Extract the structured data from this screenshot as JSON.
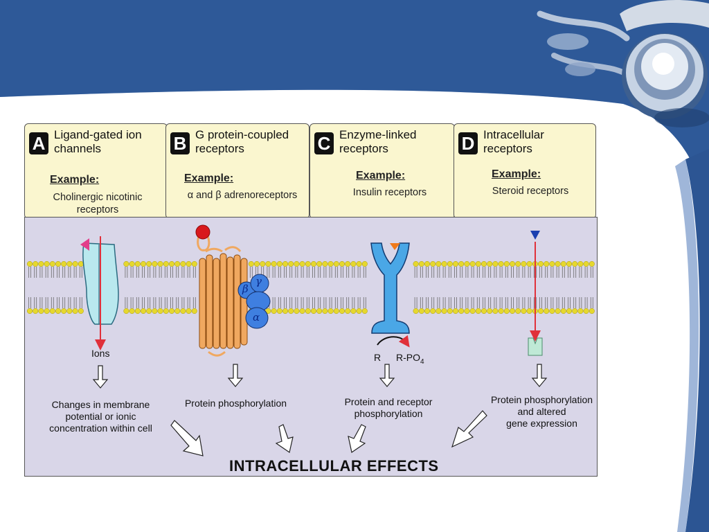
{
  "panels": [
    {
      "badge": "A",
      "title_line1": "Ligand-gated ion",
      "title_line2": "channels",
      "example_label": "Example:",
      "example_line1": "Cholinergic nicotinic",
      "example_line2": "receptors"
    },
    {
      "badge": "B",
      "title_line1": "G protein-coupled",
      "title_line2": "receptors",
      "example_label": "Example:",
      "example_line1": "α and β adrenoreceptors"
    },
    {
      "badge": "C",
      "title_line1": "Enzyme-linked",
      "title_line2": "receptors",
      "example_label": "Example:",
      "example_line1": "Insulin receptors"
    },
    {
      "badge": "D",
      "title_line1": "Intracellular",
      "title_line2": "receptors",
      "example_label": "Example:",
      "example_line1": "Steroid receptors"
    }
  ],
  "labels": {
    "ions": "Ions",
    "r": "R",
    "rpo4": "R-PO",
    "rpo4_sub": "4",
    "beta": "β",
    "gamma": "γ",
    "alpha": "α"
  },
  "outcomes": {
    "a_line1": "Changes in membrane",
    "a_line2": "potential or ionic",
    "a_line3": "concentration within cell",
    "b_line1": "Protein phosphorylation",
    "c_line1": "Protein and receptor",
    "c_line2": "phosphorylation",
    "d_line1": "Protein phosphorylation",
    "d_line2": "and altered",
    "d_line3": "gene expression"
  },
  "intracellular_effects": "INTRACELLULAR EFFECTS",
  "colors": {
    "slide_blue": "#2c5593",
    "panel_fill": "#faf6cf",
    "cytoplasm": "#d9d6e8",
    "lipid_head": "#e6d82e",
    "channel": "#b9e8ee",
    "gpcr": "#f0a860",
    "g_protein": "#3f7fe0",
    "enzyme_receptor": "#4aa7e6",
    "steroid_receptor": "#bfe9d6",
    "arrow_red": "#e0303a",
    "ligand_blue": "#1a3fb0"
  }
}
